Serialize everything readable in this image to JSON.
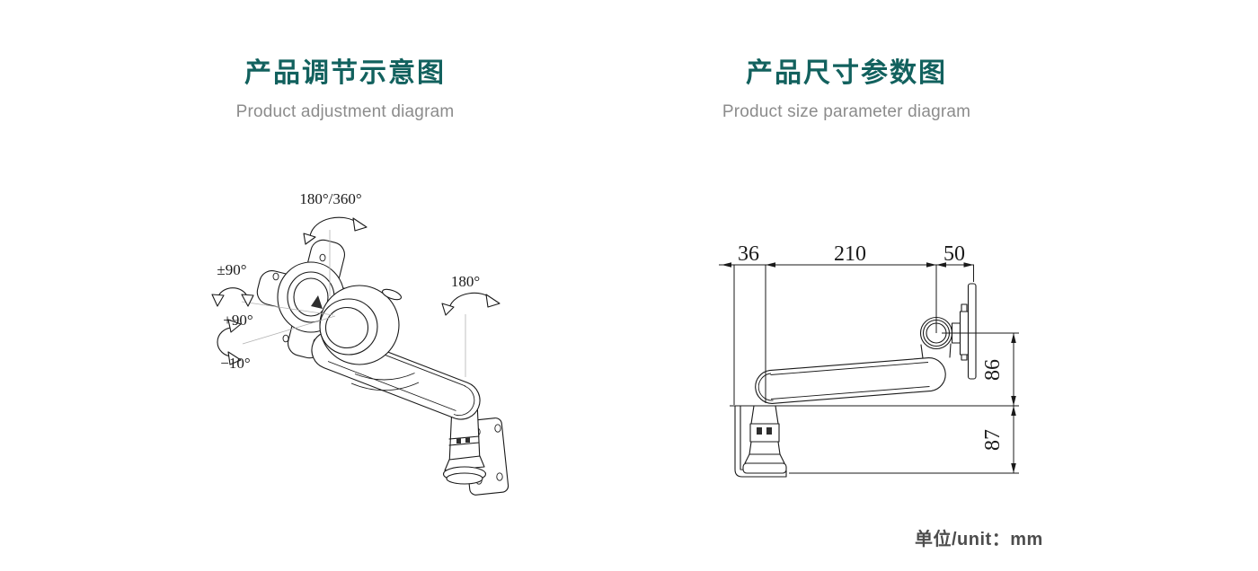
{
  "page": {
    "accent_color": "#12615e",
    "subtitle_color": "#8c8c8c",
    "line_color": "#1a1a1a"
  },
  "left_panel": {
    "title": "产品调节示意图",
    "subtitle": "Product adjustment diagram",
    "annotations": {
      "head_rotation": "180°/360°",
      "vesa_swivel": "±90°",
      "tilt_up": "+90°",
      "tilt_down": "−10°",
      "arm_swivel": "180°"
    }
  },
  "right_panel": {
    "title": "产品尺寸参数图",
    "subtitle": "Product size parameter diagram",
    "dimensions": {
      "base_offset": "36",
      "arm_length": "210",
      "head_length": "50",
      "head_height": "86",
      "base_height": "87"
    }
  },
  "footer": {
    "unit_note": "单位/unit：mm"
  }
}
